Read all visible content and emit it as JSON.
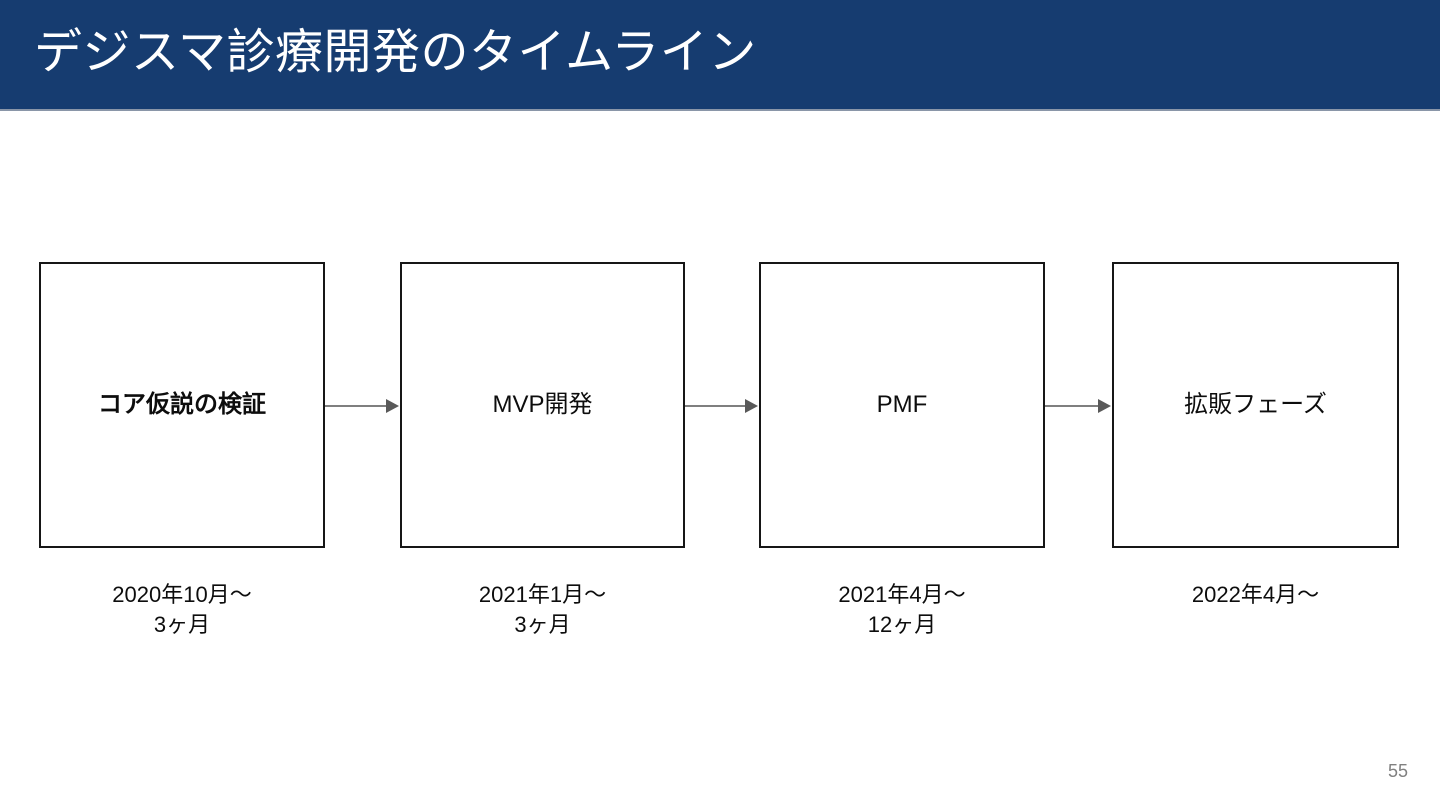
{
  "slide": {
    "title": "デジスマ診療開発のタイムライン",
    "page_number": "55",
    "colors": {
      "header_band": "#163C70",
      "header_rule": "#8A96A8",
      "box_border": "#161616",
      "arrow": "#7F7F7F",
      "text": "#0D0D0D",
      "title_text": "#FFFFFF",
      "page_number_text": "#808080",
      "background": "#FFFFFF"
    }
  },
  "timeline": {
    "phases": [
      {
        "label": "コア仮説の検証",
        "bold": true,
        "date": "2020年10月〜",
        "duration": "3ヶ月"
      },
      {
        "label": "MVP開発",
        "bold": false,
        "date": "2021年1月〜",
        "duration": "3ヶ月"
      },
      {
        "label": "PMF",
        "bold": false,
        "date": "2021年4月〜",
        "duration": "12ヶ月"
      },
      {
        "label": "拡販フェーズ",
        "bold": false,
        "date": "2022年4月〜",
        "duration": ""
      }
    ],
    "connectors": [
      {
        "name": "arrow-right-icon",
        "from": "コア仮説の検証",
        "to": "MVP開発"
      },
      {
        "name": "arrow-right-icon",
        "from": "MVP開発",
        "to": "PMF"
      },
      {
        "name": "arrow-right-icon",
        "from": "PMF",
        "to": "拡販フェーズ"
      }
    ]
  }
}
